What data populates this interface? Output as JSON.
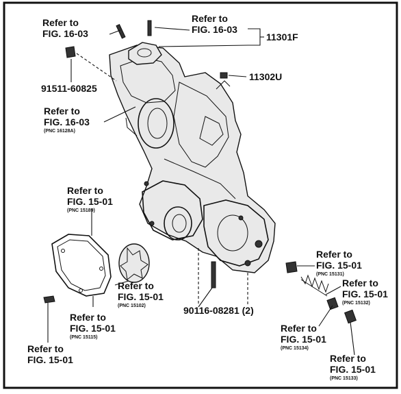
{
  "callouts": {
    "c1": {
      "line1": "Refer to",
      "line2": "FIG. 16-03"
    },
    "c2": {
      "line1": "Refer to",
      "line2": "FIG. 16-03"
    },
    "c3": {
      "line1": "Refer to",
      "line2": "FIG. 16-03",
      "pnc": "(PNC 16128A)"
    },
    "c4": {
      "line1": "Refer to",
      "line2": "FIG. 15-01",
      "pnc": "(PNC 15189)"
    },
    "c5": {
      "line1": "Refer to",
      "line2": "FIG. 15-01",
      "pnc": "(PNC 15102)"
    },
    "c6": {
      "line1": "Refer to",
      "line2": "FIG. 15-01",
      "pnc": "(PNC 15115)"
    },
    "c7": {
      "line1": "Refer to",
      "line2": "FIG. 15-01"
    },
    "c8": {
      "line1": "Refer to",
      "line2": "FIG. 15-01",
      "pnc": "(PNC 15131)"
    },
    "c9": {
      "line1": "Refer to",
      "line2": "FIG. 15-01",
      "pnc": "(PNC 15132)"
    },
    "c10": {
      "line1": "Refer to",
      "line2": "FIG. 15-01",
      "pnc": "(PNC 15134)"
    },
    "c11": {
      "line1": "Refer to",
      "line2": "FIG. 15-01",
      "pnc": "(PNC 15133)"
    }
  },
  "parts": {
    "p11301F": "11301F",
    "p11302U": "11302U",
    "p91511": "91511-60825",
    "p90116": "90116-08281 (2)"
  }
}
